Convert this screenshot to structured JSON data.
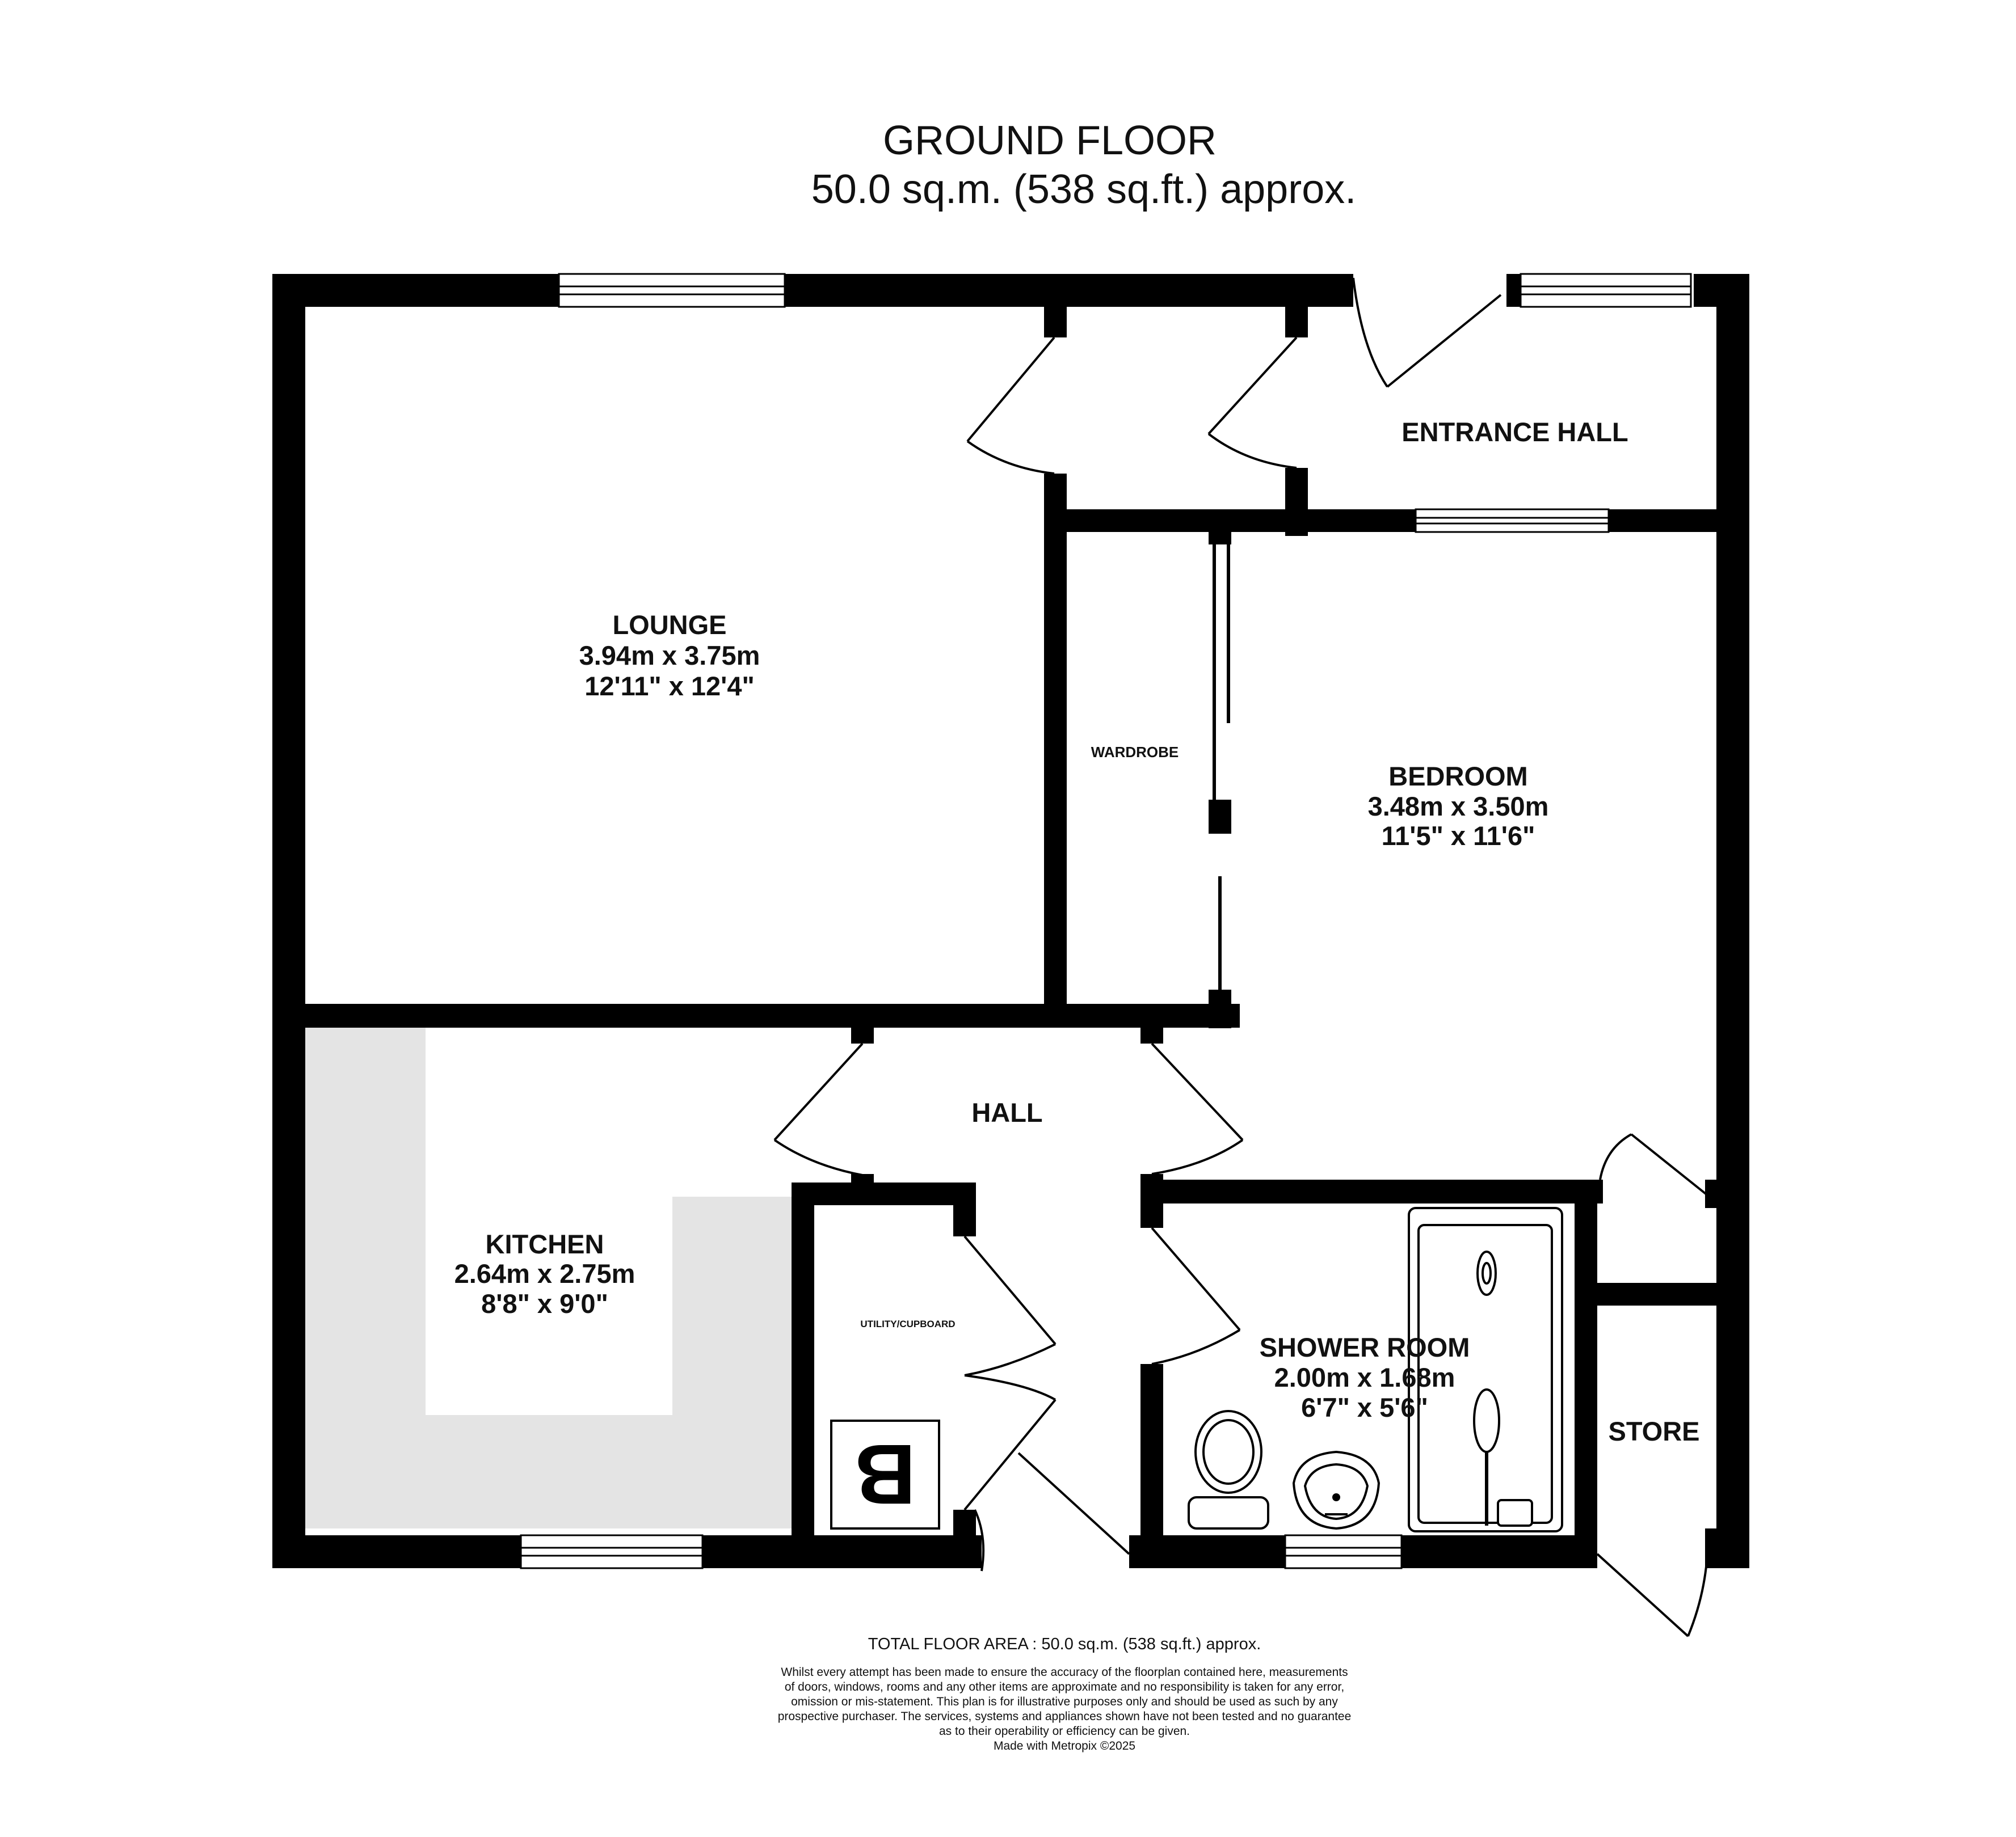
{
  "header": {
    "title": "GROUND FLOOR",
    "area": "50.0 sq.m. (538 sq.ft.) approx."
  },
  "rooms": {
    "lounge": {
      "name": "LOUNGE",
      "metric": "3.94m  x 3.75m",
      "imperial": "12'11\"  x 12'4\""
    },
    "bedroom": {
      "name": "BEDROOM",
      "metric": "3.48m  x 3.50m",
      "imperial": "11'5\"  x 11'6\""
    },
    "kitchen": {
      "name": "KITCHEN",
      "metric": "2.64m  x 2.75m",
      "imperial": "8'8\"  x 9'0\""
    },
    "shower": {
      "name": "SHOWER ROOM",
      "metric": "2.00m  x 1.68m",
      "imperial": "6'7\"  x 5'6\""
    },
    "entrance": {
      "name": "ENTRANCE HALL"
    },
    "hall": {
      "name": "HALL"
    },
    "wardrobe": {
      "name": "WARDROBE"
    },
    "store": {
      "name": "STORE"
    },
    "utility": {
      "name": "UTILITY/CUPBOARD"
    },
    "boiler": {
      "name": "B"
    }
  },
  "footer": {
    "total": "TOTAL FLOOR AREA : 50.0 sq.m. (538 sq.ft.) approx.",
    "disclaimer": [
      "Whilst every attempt has been made to ensure the accuracy of the floorplan contained here, measurements",
      "of doors, windows, rooms and any other items are approximate and no responsibility is taken for any error,",
      "omission or mis-statement. This plan is for illustrative purposes only and should be used as such by any",
      "prospective purchaser. The services, systems and appliances shown have not been tested and no guarantee",
      "as to their operability or efficiency can be given."
    ],
    "credit": "Made with Metropix ©2025"
  },
  "colors": {
    "wall": "#000000",
    "kitchen_units": "#e4e4e4",
    "background": "#ffffff"
  }
}
